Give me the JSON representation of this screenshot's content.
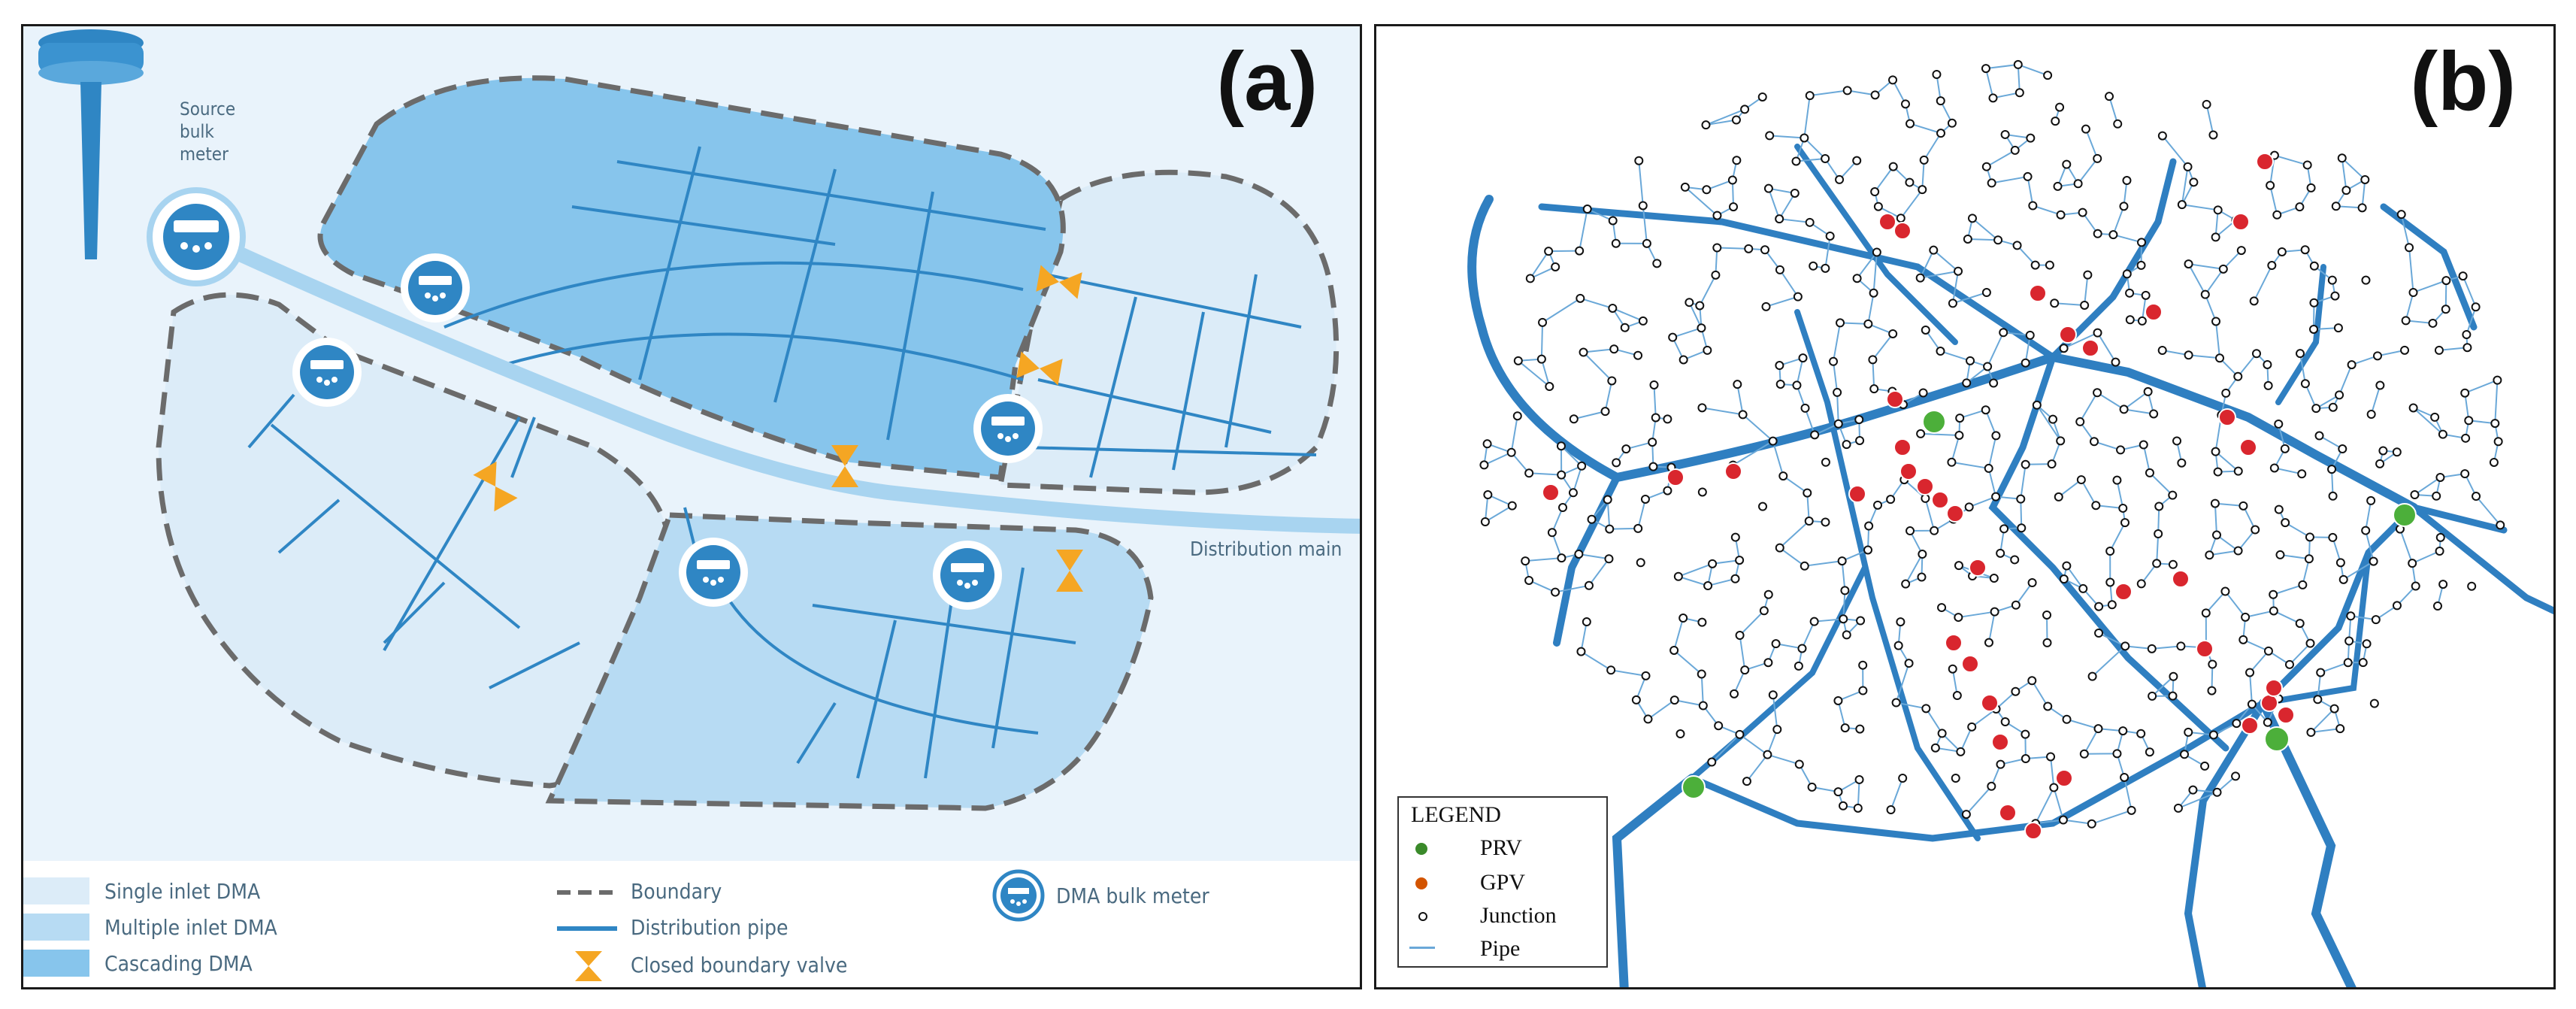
{
  "panel_a": {
    "label": "(a)",
    "labels": {
      "source": [
        "Source",
        "bulk",
        "meter"
      ],
      "distribution_main": "Distribution main"
    },
    "legend": {
      "single_inlet": "Single inlet DMA",
      "multiple_inlet": "Multiple inlet DMA",
      "cascading": "Cascading DMA",
      "boundary": "Boundary",
      "distribution_pipe": "Distribution pipe",
      "closed_valve": "Closed boundary valve",
      "bulk_meter": "DMA bulk meter"
    },
    "colors": {
      "single_inlet": "#dcecf8",
      "multiple_inlet": "#b7dbf3",
      "cascading": "#87c5ec",
      "pipe": "#2f86c4",
      "main": "#a8d4f0",
      "valve": "#f5a623",
      "boundary": "#6b6b6b"
    }
  },
  "panel_b": {
    "label": "(b)",
    "legend": {
      "title": "LEGEND",
      "prv": "PRV",
      "gpv": "GPV",
      "junction": "Junction",
      "pipe": "Pipe"
    },
    "colors": {
      "prv": "#4caf3a",
      "gpv": "#d9262e",
      "pipe": "#2f7fc1",
      "junction": "#ffffff"
    }
  }
}
